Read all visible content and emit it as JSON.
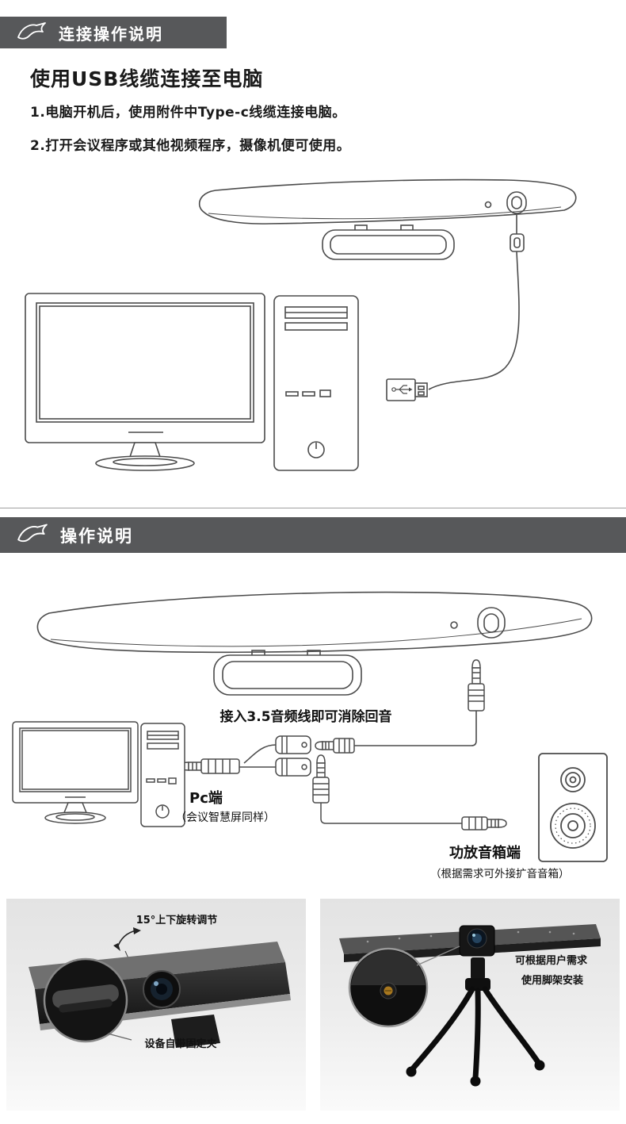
{
  "colors": {
    "header_bg": "#57585a",
    "line_art": "#4b4b4b",
    "panel_bg": "#e8e8e8",
    "ink": "#111111"
  },
  "section_connect": {
    "header_title": "连接操作说明",
    "heading": "使用USB线缆连接至电脑",
    "steps": [
      "1.电脑开机后，使用附件中Type-c线缆连接电脑。",
      "2.打开会议程序或其他视频程序，摄像机便可使用。"
    ]
  },
  "section_operate": {
    "header_title": "操作说明",
    "audio_tip": "接入3.5音频线即可消除回音",
    "pc_label": "Pc端",
    "pc_note": "（会议智慧屏同样）",
    "speaker_label": "功放音箱端",
    "speaker_note": "（根据需求可外接扩音音箱）"
  },
  "features": {
    "rotation_label": "15°上下旋转调节",
    "clip_label": "设备自带固定夹",
    "tripod_label_line1": "可根据用户需求",
    "tripod_label_line2": "使用脚架安装"
  }
}
